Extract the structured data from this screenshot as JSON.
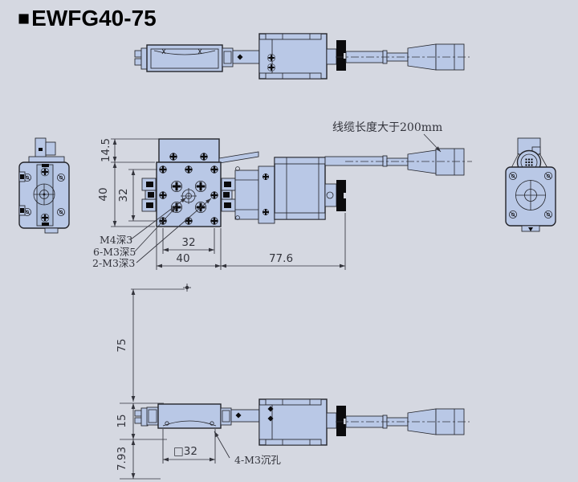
{
  "title": {
    "prefix": "■",
    "text": "EWFG40-75"
  },
  "annotations": {
    "cable_note": "线缆长度大于200mm",
    "label_m4": "M4深3",
    "label_6m3": "6-M3深5",
    "label_2m3": "2-M3深3",
    "label_4m3": "4-M3沉孔"
  },
  "dimensions": {
    "platform_height": "14.5",
    "plate_height": "40",
    "plate_hole_span_v": "32",
    "plate_hole_span_h": "32",
    "plate_width": "40",
    "body_length": "77.6",
    "travel": "75",
    "base_height": "15",
    "base_underside": "7.93",
    "square_pattern": "□32"
  },
  "colors": {
    "background": "#d5d8e1",
    "part_fill": "#b9c8e6",
    "part_fill_dark": "#a9bbd9",
    "outline": "#23242a",
    "dim_color": "#33343c",
    "knob_color": "#0b0b0d",
    "title_color": "#000000"
  }
}
